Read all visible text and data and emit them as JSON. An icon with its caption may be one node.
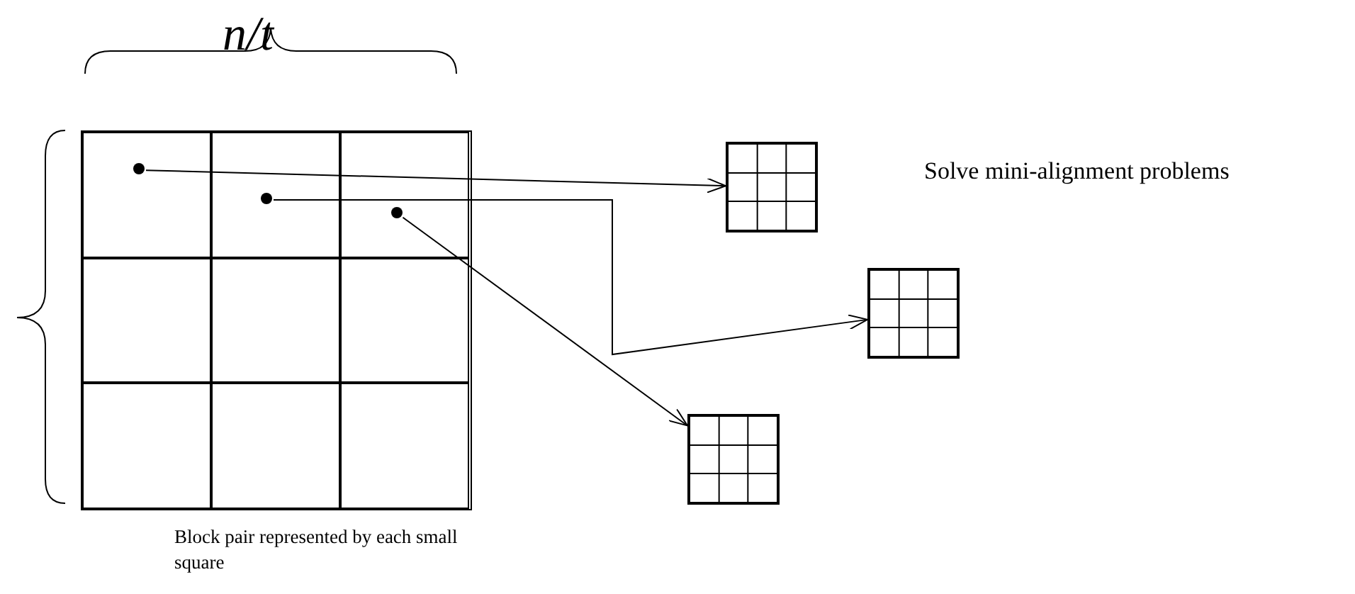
{
  "diagram": {
    "nodes": [
      {
        "text": [],
        "shape": "box"
      },
      {
        "text": [],
        "shape": "box",
        "in": 0
      },
      {
        "text": [],
        "shape": "box",
        "in": 0
      },
      {
        "text": [],
        "shape": "box",
        "in": 0
      },
      {
        "text": [],
        "shape": "box",
        "in": 0
      },
      {
        "text": [],
        "shape": "box",
        "in": 0
      },
      {
        "text": [],
        "shape": "box",
        "in": 0
      },
      {
        "text": [],
        "shape": "box",
        "in": 0
      },
      {
        "text": [],
        "shape": "box",
        "in": 0
      },
      {
        "text": [],
        "shape": "box",
        "in": 0
      },
      {
        "text": [],
        "shape": "circle",
        "in": 1
      },
      {
        "text": [],
        "shape": "circle",
        "in": 2
      },
      {
        "text": [],
        "shape": "circle",
        "in": 3
      },
      {
        "text": [],
        "shape": "box"
      },
      {
        "text": [],
        "shape": "box"
      },
      {
        "text": [],
        "shape": "box"
      }
    ],
    "edges": [
      {
        "from": 10,
        "to": 13,
        "arrow": "to"
      },
      {
        "from": 11,
        "to": 14,
        "arrow": "to"
      },
      {
        "from": 12,
        "to": 15,
        "arrow": "to"
      }
    ],
    "labels": [
      "n/t",
      "Solve mini-alignment problems",
      "Block pair represented by each small square"
    ]
  }
}
